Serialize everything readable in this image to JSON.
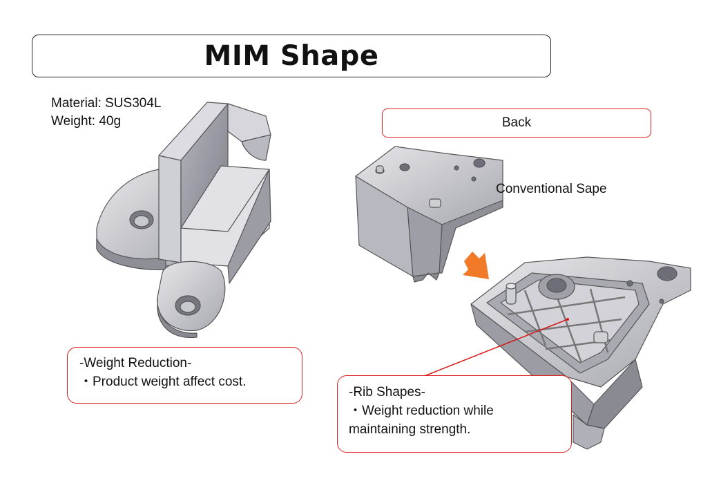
{
  "title": "MIM Shape",
  "spec": {
    "material": "Material: SUS304L",
    "weight": "Weight: 40g"
  },
  "back_label": "Back",
  "conventional_label": "Conventional Sape",
  "weight_callout": {
    "heading": "-Weight Reduction-",
    "line1": "・Product weight affect cost."
  },
  "rib_callout": {
    "heading": "-Rib Shapes-",
    "line1": "・Weight reduction while",
    "line2": "maintaining strength."
  },
  "colors": {
    "callout_border": "#e02020",
    "arrow": "#f07a28",
    "leader_line": "#d81818"
  }
}
